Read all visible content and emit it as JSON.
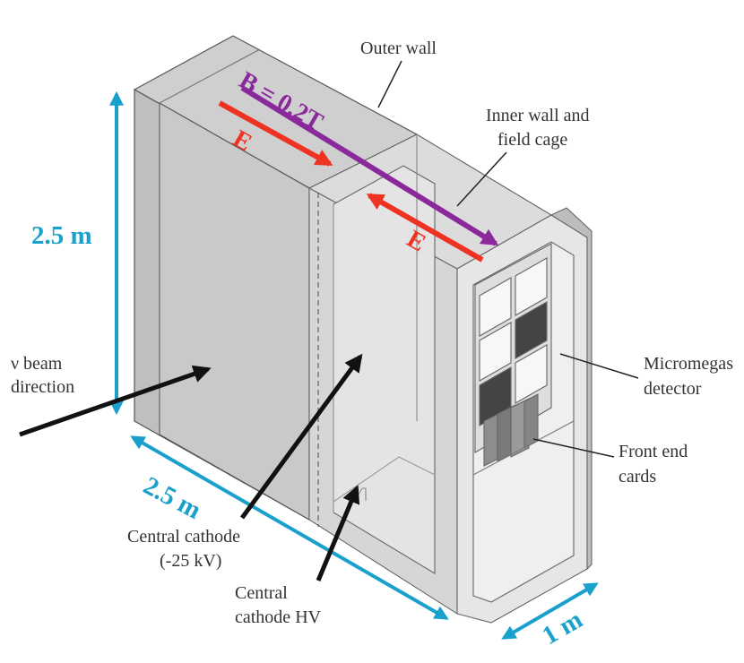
{
  "labels": {
    "outer_wall": "Outer wall",
    "inner_wall_1": "Inner wall and",
    "inner_wall_2": "field cage",
    "b_field": "B = 0.2T",
    "e_left": "E",
    "e_right": "E",
    "height": "2.5 m",
    "length": "2.5 m",
    "width": "1 m",
    "beam_1": "ν beam",
    "beam_2": "direction",
    "micromegas_1": "Micromegas",
    "micromegas_2": "detector",
    "frontend_1": "Front end",
    "frontend_2": "cards",
    "cathode_1": "Central cathode",
    "cathode_2": "(-25 kV)",
    "cathode_hv_1": "Central",
    "cathode_hv_2": "cathode HV"
  },
  "colors": {
    "dimension": "#1aa0cc",
    "e_field": "#ee3322",
    "b_field": "#8a2a9a",
    "pointer": "#111111",
    "wall_light": "#d9d9d9",
    "wall_mid": "#c4c4c4",
    "wall_dark": "#a9a9a9"
  }
}
